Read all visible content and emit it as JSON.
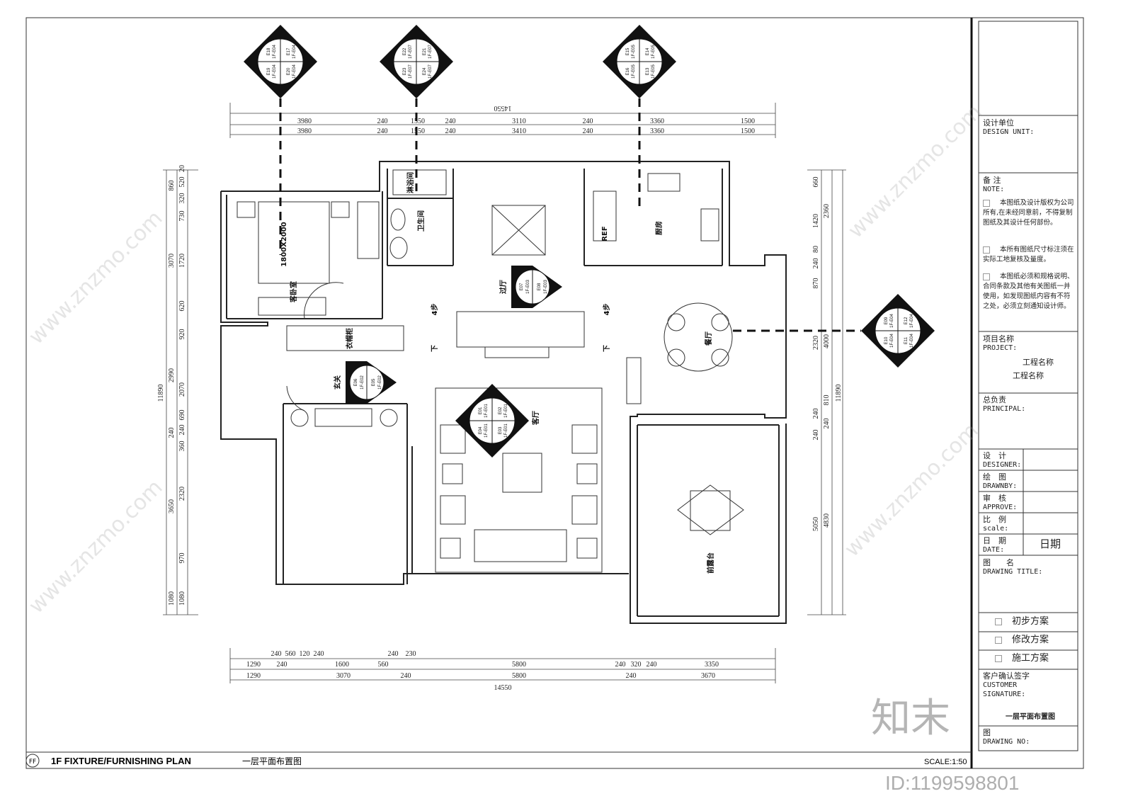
{
  "sheet": {
    "code": "FF",
    "title_en": "1F FIXTURE/FURNISHING PLAN",
    "title_cn": "一层平面布置图",
    "scale": "SCALE:1:50"
  },
  "title_block": {
    "design_unit_cn": "设计单位",
    "design_unit_en": "DESIGN UNIT:",
    "note_cn": "备 注",
    "note_en": "NOTE:",
    "notes": [
      "本图纸及设计版权为公司所有,在未经同意前，不得复制图纸及其设计任何部份。",
      "本所有图纸尺寸标注须在实际工地复核及量度。",
      "本图纸必须和规格说明、合同条款及其他有关图纸一并使用，如发现图纸内容有不符之处，必须立刻通知设计师。"
    ],
    "project_cn": "项目名称",
    "project_en": "PROJECT:",
    "project_names": [
      "工程名称",
      "工程名称"
    ],
    "principal_cn": "总负责",
    "principal_en": "PRINCIPAL:",
    "designer_cn": "设　计",
    "designer_en": "DESIGNER:",
    "drawnby_cn": "绘　图",
    "drawnby_en": "DRAWNBY:",
    "approve_cn": "审　核",
    "approve_en": "APPROVE:",
    "scale_cn": "比　例",
    "scale_en": "scale:",
    "date_cn": "日　期",
    "date_en": "DATE:",
    "date_value": "日期",
    "drawing_title_cn": "图　　名",
    "drawing_title_en": "DRAWING TITLE:",
    "stages": [
      "初步方案",
      "修改方案",
      "施工方案"
    ],
    "customer_cn": "客户确认签字",
    "customer_en": "CUSTOMER SIGNATURE:",
    "drawing_name": "一层平面布置图",
    "drawing_no_cn": "图",
    "drawing_no_en": "DRAWING NO:"
  },
  "rooms": {
    "guest_bedroom": "客卧室",
    "bed_size": "1800X2000",
    "bathroom": "卫生间",
    "shower": "淋浴间",
    "kitchen": "厨房",
    "fridge": "REF",
    "hall": "过厅",
    "dining": "餐厅",
    "entrance": "玄关",
    "wardrobe": "衣帽柜",
    "living": "客厅",
    "terrace": "前露台",
    "steps": [
      "4步",
      "4步"
    ],
    "down": [
      "下",
      "下"
    ]
  },
  "markers": [
    {
      "labels": [
        "E18",
        "E17",
        "E19",
        "E20"
      ],
      "ref": "1F-E04"
    },
    {
      "labels": [
        "E22",
        "E21",
        "E23",
        "E24"
      ],
      "ref": "1F-E07"
    },
    {
      "labels": [
        "E15",
        "E14",
        "E16",
        "E13"
      ],
      "ref": "1F-E05"
    },
    {
      "labels": [
        "E09",
        "E12",
        "E10",
        "E11"
      ],
      "ref": "1F-E04"
    },
    {
      "labels": [
        "E07",
        "E08"
      ],
      "ref": "1F-E03"
    },
    {
      "labels": [
        "E06",
        "E05"
      ],
      "ref": "1F-E02"
    },
    {
      "labels": [
        "E01",
        "E02",
        "E04",
        "E03"
      ],
      "ref": "1F-E01"
    }
  ],
  "dims": {
    "top_total": "14550",
    "top_row1": [
      "3980",
      "240",
      "1550",
      "240",
      "3110",
      "240",
      "3360",
      "1500"
    ],
    "top_row2": [
      "3980",
      "240",
      "1550",
      "240",
      "3410",
      "240",
      "3360",
      "1500"
    ],
    "bottom_total": "14550",
    "bottom_row1": [
      "1290",
      "240",
      "1600",
      "560",
      "5800",
      "240",
      "320",
      "240",
      "3350"
    ],
    "bottom_row2": [
      "1290",
      "3070",
      "240",
      "5800",
      "240",
      "3670"
    ],
    "bottom_row0": [
      "240",
      "560",
      "120",
      "240",
      "240",
      "230"
    ],
    "left_total": "11890",
    "left_outer": [
      "860",
      "3070",
      "2990",
      "240",
      "3650",
      "1080"
    ],
    "left_inner": [
      "20",
      "520",
      "320",
      "730",
      "1720",
      "620",
      "920",
      "2070",
      "690",
      "240",
      "360",
      "2320",
      "970",
      "1080"
    ],
    "right_total": "11890",
    "right_outer": [
      "2360",
      "4000",
      "810",
      "240",
      "4830"
    ],
    "right_inner": [
      "660",
      "1420",
      "80",
      "240",
      "870",
      "2320",
      "240",
      "240",
      "5050"
    ]
  },
  "watermark": {
    "site": "www.znzmo.com",
    "logo": "知末",
    "id": "ID:1199598801"
  }
}
